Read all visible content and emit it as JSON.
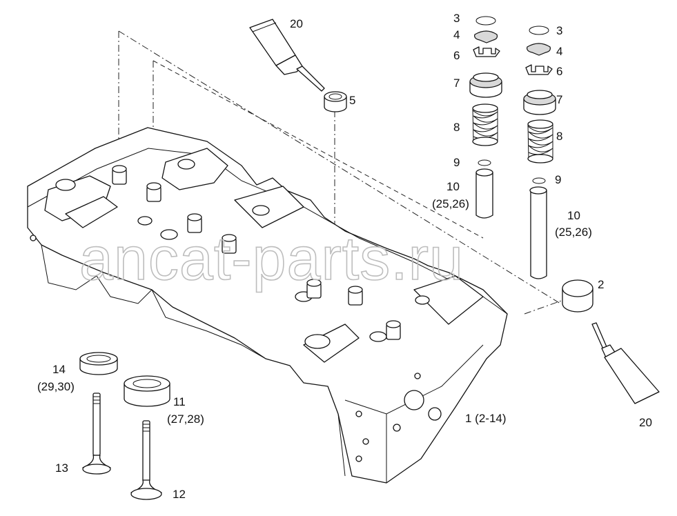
{
  "diagram": {
    "callouts": {
      "c1": "1 (2-14)",
      "c2": "2",
      "c3a": "3",
      "c3b": "3",
      "c4a": "4",
      "c4b": "4",
      "c5": "5",
      "c6a": "6",
      "c6b": "6",
      "c7a": "7",
      "c7b": "7",
      "c8a": "8",
      "c8b": "8",
      "c9a": "9",
      "c9b": "9",
      "c10a": "10",
      "c10a_sub": "(25,26)",
      "c10b": "10",
      "c10b_sub": "(25,26)",
      "c11": "11",
      "c11_sub": "(27,28)",
      "c12": "12",
      "c13": "13",
      "c14": "14",
      "c14_sub": "(29,30)",
      "c20a": "20",
      "c20b": "20"
    },
    "watermark": "ancat-parts.ru"
  }
}
